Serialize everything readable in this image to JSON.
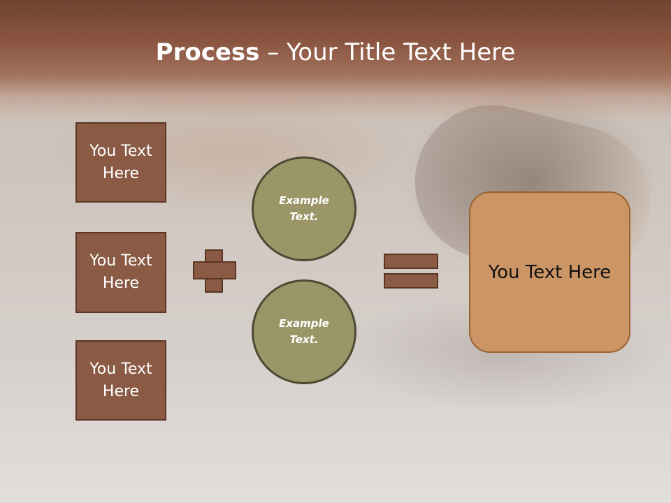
{
  "title": {
    "bold": "Process",
    "separator": "–",
    "rest": "Your Title Text Here"
  },
  "left_boxes": [
    {
      "label": "You Text Here"
    },
    {
      "label": "You Text Here"
    },
    {
      "label": "You Text Here"
    }
  ],
  "circles": [
    {
      "label": "Example Text."
    },
    {
      "label": "Example Text."
    }
  ],
  "result": {
    "label": "You Text Here"
  },
  "colors": {
    "header": "#8a5540",
    "box_fill": "#8a5a44",
    "circle_fill": "#9a9668",
    "result_fill": "#cc9565"
  }
}
